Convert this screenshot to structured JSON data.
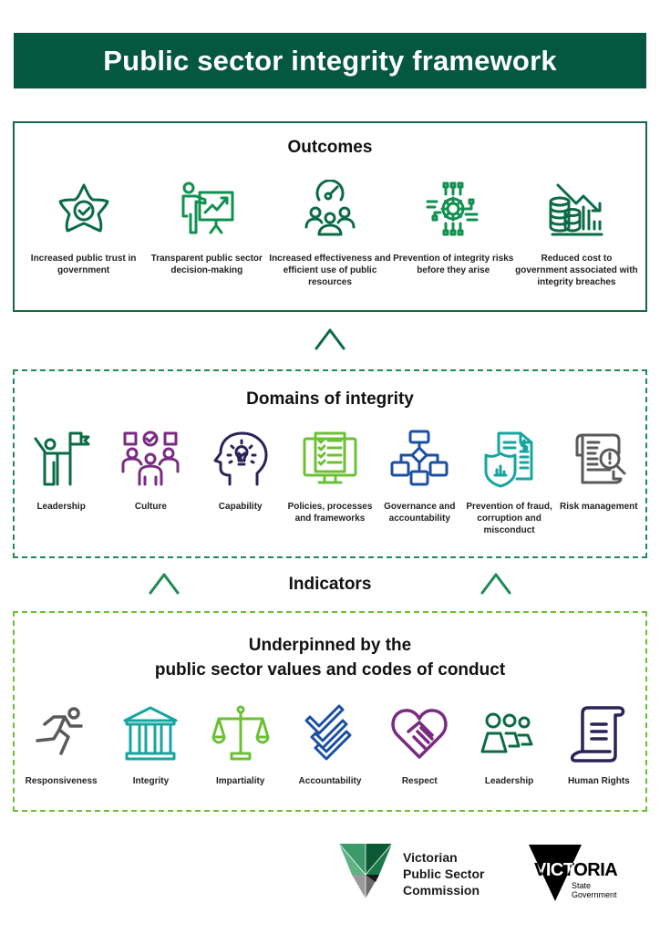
{
  "title": "Public sector integrity framework",
  "colors": {
    "title_bg": "#03583f",
    "dark_green": "#0b6b45",
    "green": "#119150",
    "purple": "#7a2b82",
    "navy": "#2a2358",
    "lime": "#6cc033",
    "blue": "#1a4fa3",
    "teal": "#17a5a0",
    "grey": "#5a5a5a"
  },
  "outcomes": {
    "title": "Outcomes",
    "items": [
      {
        "label": "Increased public trust in government",
        "icon": "star-check-icon"
      },
      {
        "label": "Transparent public sector decision-making",
        "icon": "presenter-chart-icon"
      },
      {
        "label": "Increased effectiveness and efficient use of public resources",
        "icon": "team-gauge-icon"
      },
      {
        "label": "Prevention of integrity risks before they arise",
        "icon": "gear-circuit-icon"
      },
      {
        "label": "Reduced cost to government associated with integrity breaches",
        "icon": "coins-decline-icon"
      }
    ]
  },
  "domains": {
    "title": "Domains of integrity",
    "items": [
      {
        "label": "Leadership",
        "icon": "person-flag-icon"
      },
      {
        "label": "Culture",
        "icon": "group-check-icon"
      },
      {
        "label": "Capability",
        "icon": "head-bulb-icon"
      },
      {
        "label": "Policies, processes and frameworks",
        "icon": "monitor-checklist-icon"
      },
      {
        "label": "Governance and accountability",
        "icon": "flowchart-icon"
      },
      {
        "label": "Prevention of fraud, corruption and misconduct",
        "icon": "shield-document-icon"
      },
      {
        "label": "Risk management",
        "icon": "scroll-magnifier-icon"
      }
    ]
  },
  "indicators_label": "Indicators",
  "values": {
    "title_line1": "Underpinned by the",
    "title_line2": "public sector values and codes of conduct",
    "items": [
      {
        "label": "Responsiveness",
        "icon": "running-person-icon"
      },
      {
        "label": "Integrity",
        "icon": "building-columns-icon"
      },
      {
        "label": "Impartiality",
        "icon": "scales-icon"
      },
      {
        "label": "Accountability",
        "icon": "stacked-checks-icon"
      },
      {
        "label": "Respect",
        "icon": "heart-handshake-icon"
      },
      {
        "label": "Leadership",
        "icon": "people-group-icon"
      },
      {
        "label": "Human Rights",
        "icon": "scroll-icon"
      }
    ]
  },
  "footer": {
    "vpsc_line1": "Victorian",
    "vpsc_line2": "Public Sector",
    "vpsc_line3": "Commission",
    "vic_word": "VICTORIA",
    "vic_sub1": "State",
    "vic_sub2": "Government"
  }
}
